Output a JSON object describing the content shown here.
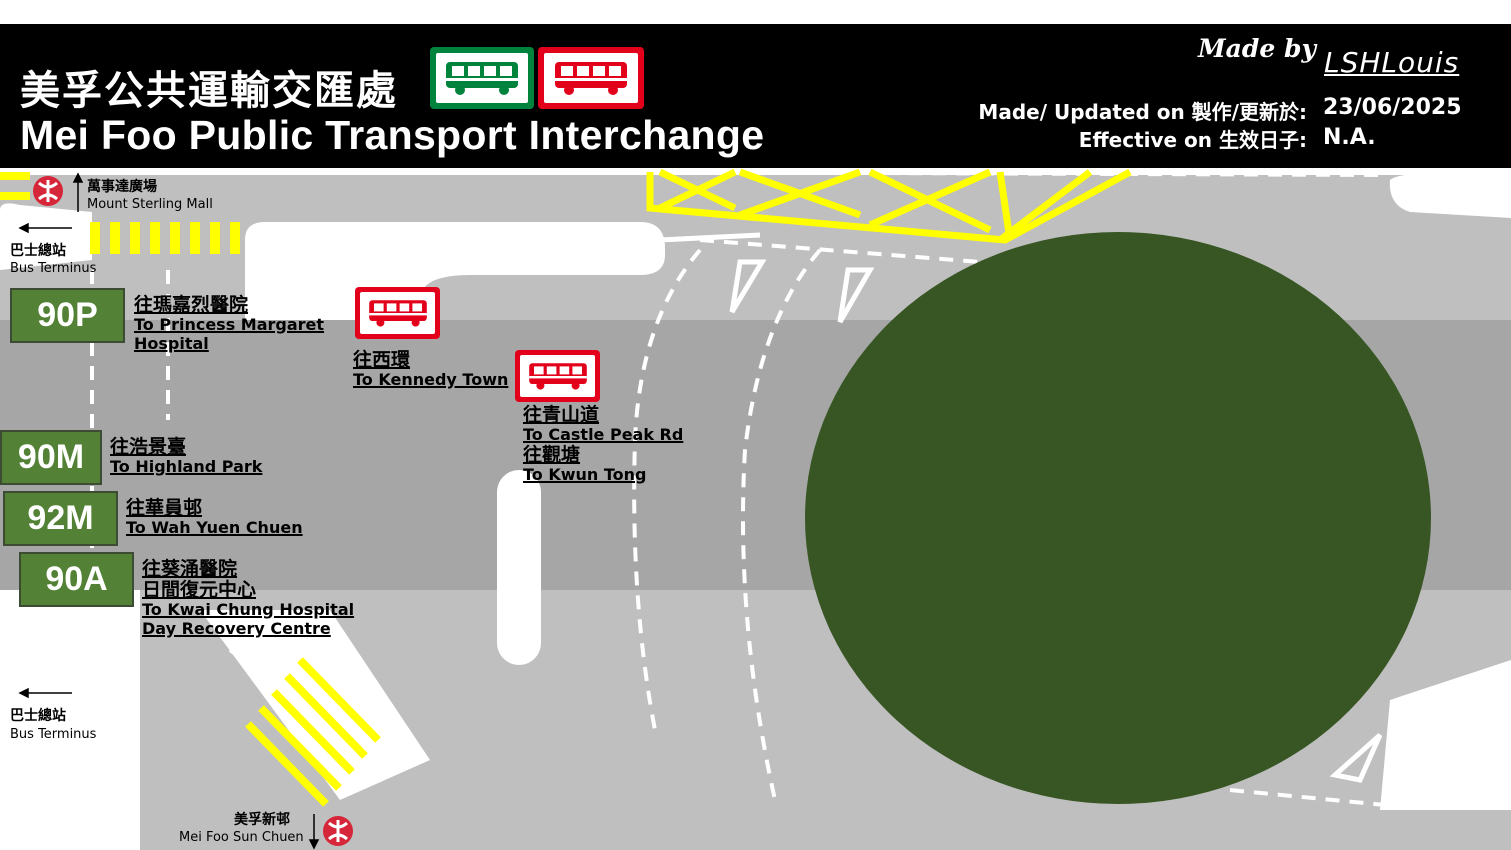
{
  "header": {
    "title_zh": "美孚公共運輸交匯處",
    "title_en": "Mei Foo Public Transport Interchange",
    "made_by_label": "Made by",
    "author": "LSHLouis",
    "updated_label": "Made/ Updated on 製作/更新於:",
    "updated_value": "23/06/2025",
    "effective_label": "Effective on 生效日子:",
    "effective_value": "N.A."
  },
  "colors": {
    "green_minibus": "#00843d",
    "red_minibus": "#e3001b",
    "route_box": "#538135",
    "roundabout": "#375623",
    "road": "#bfbfbf",
    "marking": "#ffff00"
  },
  "icons": {
    "minibus": "minibus-icon",
    "mtr": "mtr-logo-icon",
    "arrow": "arrow-icon"
  },
  "landmarks": {
    "mall_zh": "萬事達廣場",
    "mall_en": "Mount Sterling Mall",
    "terminus_zh": "巴士總站",
    "terminus_en": "Bus Terminus",
    "meifoo_zh": "美孚新邨",
    "meifoo_en": "Mei Foo Sun Chuen"
  },
  "routes": [
    {
      "number": "90P",
      "dest_zh": "往瑪嘉烈醫院",
      "dest_en_1": "To Princess Margaret",
      "dest_en_2": "Hospital"
    },
    {
      "number": "90M",
      "dest_zh": "往浩景臺",
      "dest_en_1": "To Highland Park"
    },
    {
      "number": "92M",
      "dest_zh": "往華員邨",
      "dest_en_1": "To Wah Yuen Chuen"
    },
    {
      "number": "90A",
      "dest_zh": "往葵涌醫院",
      "dest_zh_2": "日間復元中心",
      "dest_en_1": "To Kwai Chung Hospital",
      "dest_en_2": " Day Recovery Centre"
    }
  ],
  "red_stops": [
    {
      "dest_zh": "往西環",
      "dest_en": "To Kennedy Town"
    },
    {
      "dest_zh": "往青山道",
      "dest_en": "To Castle Peak Rd",
      "dest_zh_2": "往觀塘",
      "dest_en_2": "To Kwun Tong"
    }
  ]
}
